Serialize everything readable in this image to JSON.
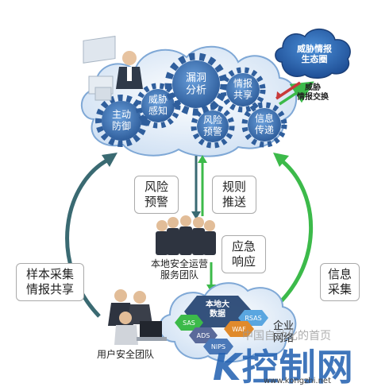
{
  "cloud_top": {
    "gears": {
      "active_defense": "主动\n防御",
      "threat_sense": "威胁\n感知",
      "vuln_analysis": "漏洞\n分析",
      "intel_share": "情报\n共享",
      "risk_alert": "风险\n预警",
      "info_relay": "信息\n传递"
    }
  },
  "ecosystem": {
    "label": "威胁情报\n生态圈",
    "exchange_label": "威胁\n情报交换"
  },
  "callouts": {
    "risk_alert": "风险\n预警",
    "rule_push": "规则\n推送",
    "emergency": "应急\n响应",
    "sample_collect": "样本采集\n情报共享",
    "info_collect": "信息\n采集"
  },
  "teams": {
    "local_ops": "本地安全运营\n服务团队",
    "user_team": "用户安全团队"
  },
  "cloud_bottom": {
    "center": "本地大\n数据",
    "nodes": [
      "SAS",
      "RSAS",
      "ADS",
      "WAF",
      "NIPS"
    ],
    "enterprise": "企业\n网络"
  },
  "watermark": {
    "site_cn": "中国自动化的首页",
    "brand": "控制网",
    "brand_prefix": "K",
    "url": "www.kongzhi.net"
  },
  "colors": {
    "gear_blue": "#4a7fc0",
    "cloud_fill": "#eaf2fb",
    "arrow_green": "#3cba4a",
    "arrow_teal": "#3a6a72",
    "arrow_red": "#c83a3a",
    "watermark_blue": "#1f5fb0"
  }
}
